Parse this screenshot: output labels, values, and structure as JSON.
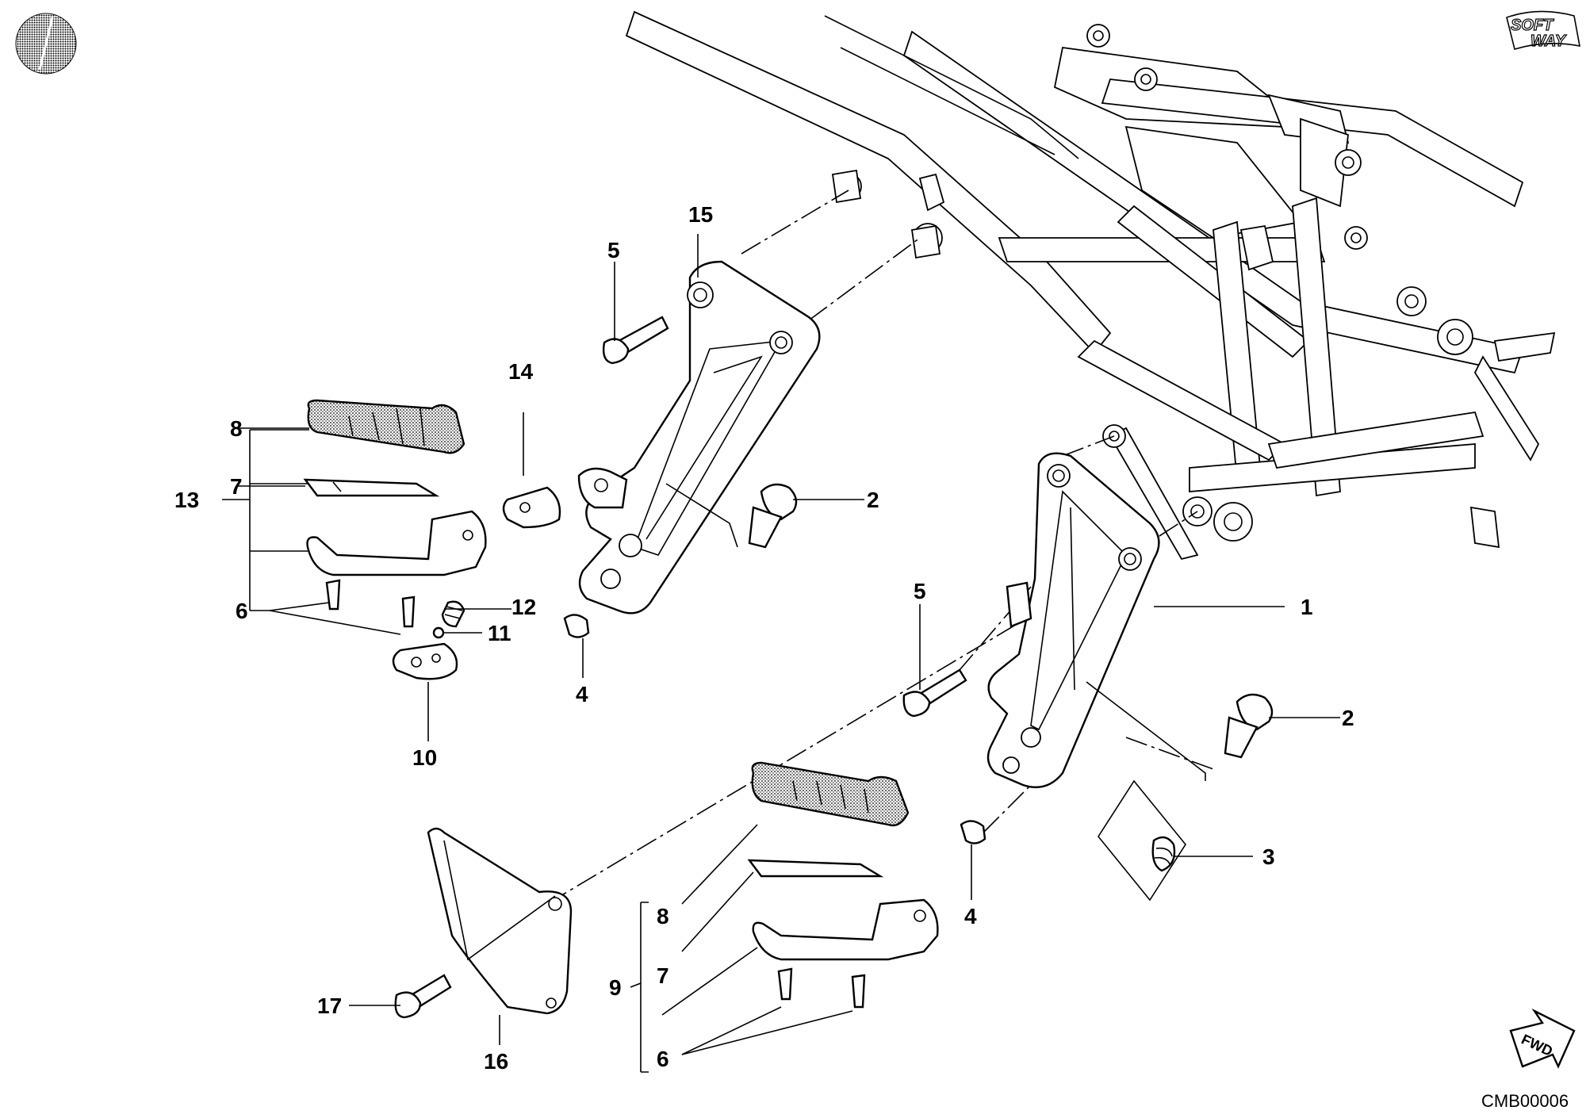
{
  "callouts": {
    "c1": "1",
    "c2a": "2",
    "c2b": "2",
    "c3": "3",
    "c4a": "4",
    "c4b": "4",
    "c5a": "5",
    "c5b": "5",
    "c6a": "6",
    "c6b": "6",
    "c7a": "7",
    "c7b": "7",
    "c8a": "8",
    "c8b": "8",
    "c9": "9",
    "c10": "10",
    "c11": "11",
    "c12": "12",
    "c13": "13",
    "c14": "14",
    "c15": "15",
    "c16": "16",
    "c17": "17"
  },
  "logo": {
    "line1": "SOFT",
    "line2": "WAY"
  },
  "fwd_label": "FWD",
  "drawing_code": "CMB00006",
  "colors": {
    "ink": "#000000",
    "paper": "#ffffff"
  },
  "icons": {
    "corner_mark": "hatched-circle-icon",
    "direction": "forward-arrow-icon"
  }
}
